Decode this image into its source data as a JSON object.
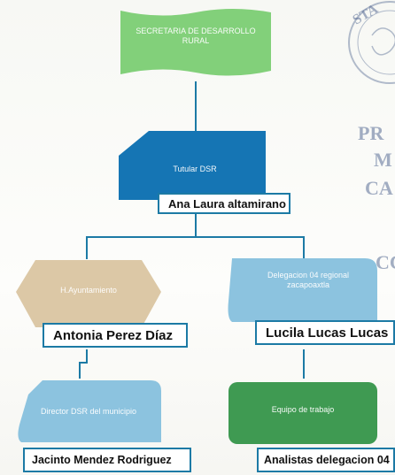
{
  "nodes": {
    "secretaria": {
      "title": "SECRETARIA DE DESARROLLO RURAL",
      "color": "#82d07a"
    },
    "titular": {
      "title": "Tutular DSR",
      "person": "Ana Laura altamirano",
      "color": "#1575b4"
    },
    "ayuntamiento": {
      "title": "H.Ayuntamiento",
      "person": "Antonia Perez Díaz",
      "color": "#dcc8a6"
    },
    "delegacion": {
      "title": "Delegacion 04 regional zacapoaxtla",
      "person": "Lucila Lucas Lucas",
      "color": "#8cc3df"
    },
    "director": {
      "title": "Director DSR del municipio",
      "person": "Jacinto Mendez  Rodriguez",
      "color": "#8cc3df"
    },
    "equipo": {
      "title": "Equipo de trabajo",
      "person": "Analistas delegacion 04",
      "color": "#3f9a52"
    }
  },
  "colors": {
    "connector": "#1c7aa5",
    "box_border": "#1c7aa5"
  },
  "stamp": {
    "seal_text": "STA",
    "lines": [
      "PR",
      "M",
      "CA",
      "CC"
    ]
  }
}
